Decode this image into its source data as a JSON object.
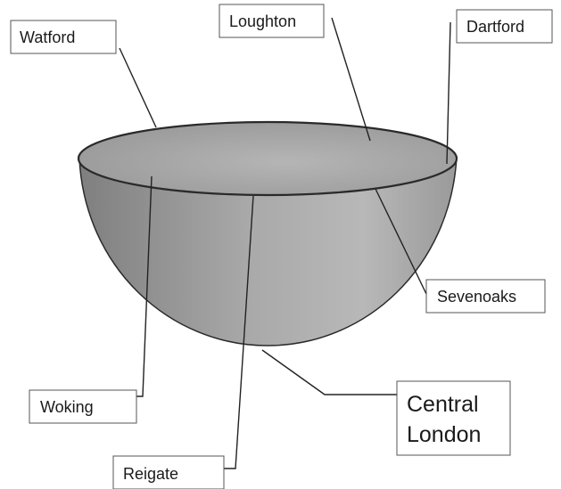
{
  "diagram": {
    "labels": {
      "watford": "Watford",
      "loughton": "Loughton",
      "dartford": "Dartford",
      "sevenoaks": "Sevenoaks",
      "central_london_line1": "Central",
      "central_london_line2": "London",
      "woking": "Woking",
      "reigate": "Reigate"
    },
    "colors": {
      "bowl_dark": "#7d7d7d",
      "bowl_mid": "#a3a3a3",
      "bowl_light": "#c4c4c4",
      "rim_inner": "#aaaaaa",
      "outline": "#2a2a2a"
    }
  }
}
